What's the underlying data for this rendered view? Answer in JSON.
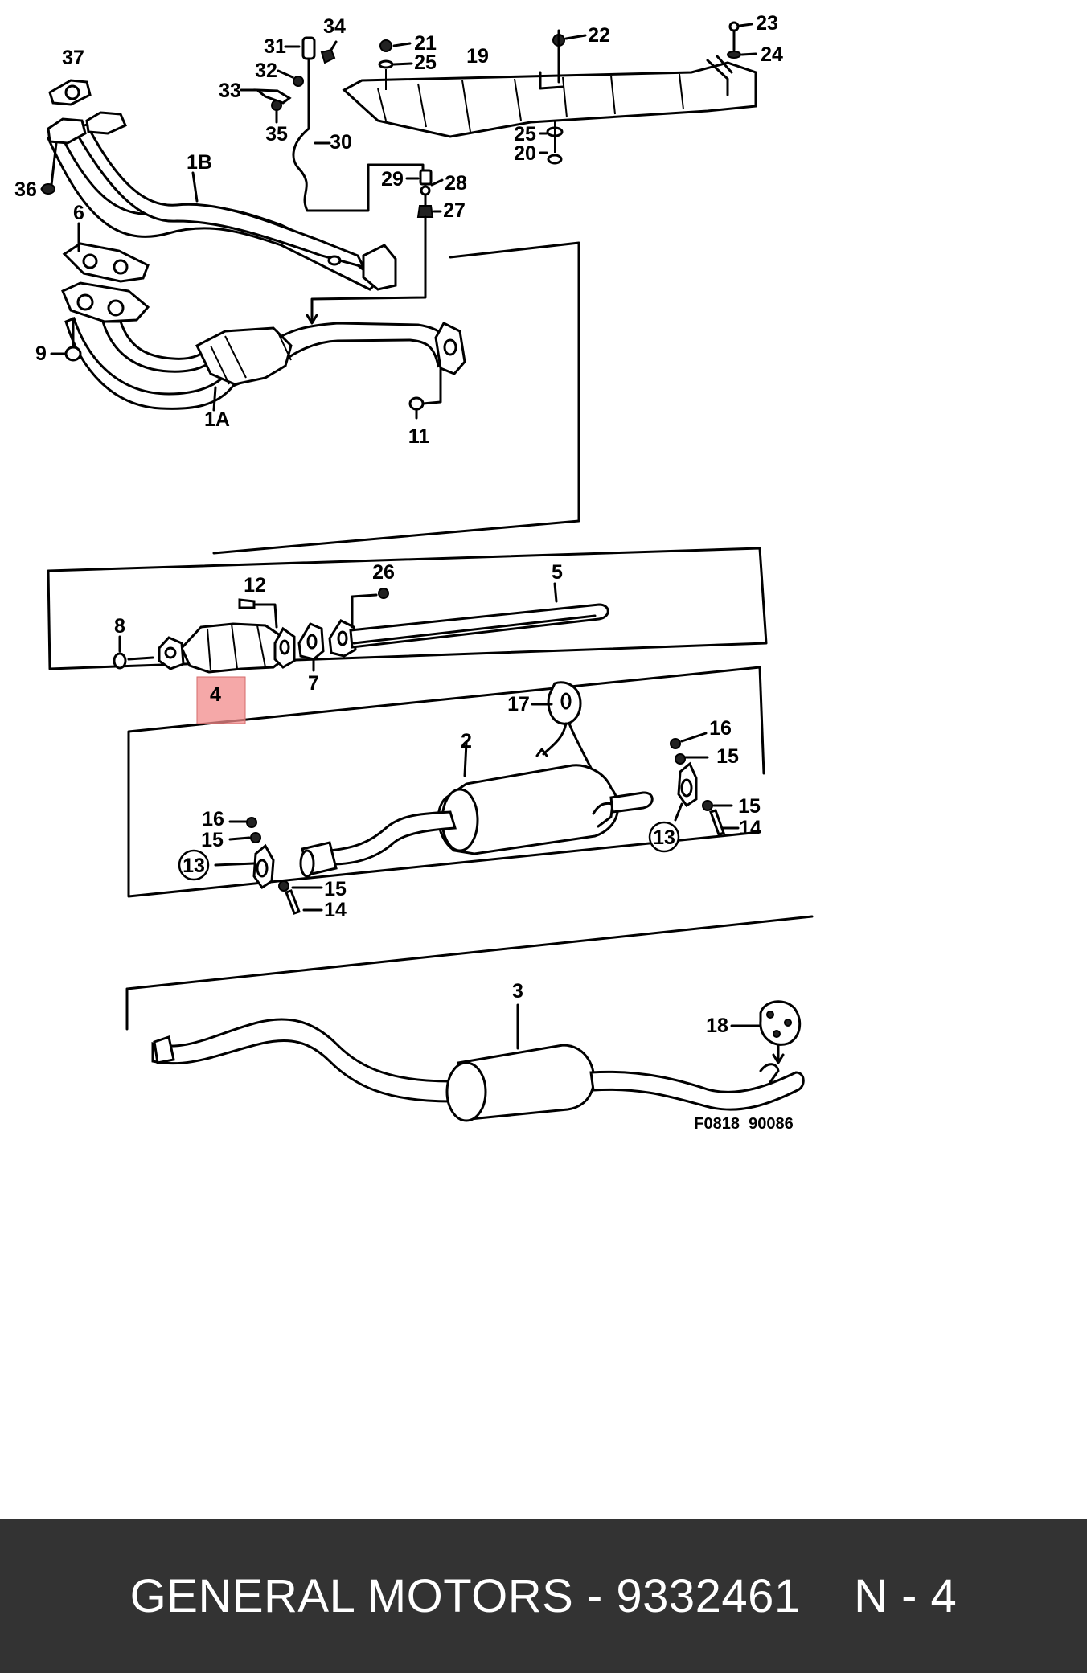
{
  "callouts": {
    "c1A": "1A",
    "c1B": "1B",
    "c2": "2",
    "c3": "3",
    "c4": "4",
    "c5": "5",
    "c6": "6",
    "c7": "7",
    "c8": "8",
    "c9": "9",
    "c11": "11",
    "c12": "12",
    "c13a": "13",
    "c13b": "13",
    "c14a": "14",
    "c14b": "14",
    "c15a": "15",
    "c15b": "15",
    "c15c": "15",
    "c15d": "15",
    "c16a": "16",
    "c16b": "16",
    "c17": "17",
    "c18": "18",
    "c19": "19",
    "c20": "20",
    "c21": "21",
    "c22": "22",
    "c23": "23",
    "c24": "24",
    "c25a": "25",
    "c25b": "25",
    "c26": "26",
    "c27": "27",
    "c28": "28",
    "c29": "29",
    "c30": "30",
    "c31": "31",
    "c32": "32",
    "c33": "33",
    "c34": "34",
    "c35": "35",
    "c36": "36",
    "c37": "37"
  },
  "figure_code": "F0818  90086",
  "highlight_color": "#f28b8b",
  "footer": {
    "brand": "GENERAL MOTORS",
    "part_number": "9332461",
    "position": "N - 4",
    "text": "GENERAL MOTORS - 9332461    N - 4"
  }
}
